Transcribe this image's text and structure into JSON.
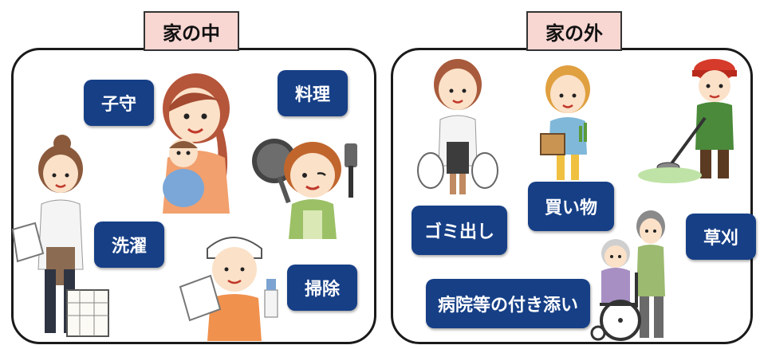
{
  "inside": {
    "title": "家の中",
    "chores": {
      "childcare": "子守",
      "cooking": "料理",
      "laundry": "洗濯",
      "cleaning": "掃除"
    }
  },
  "outside": {
    "title": "家の外",
    "chores": {
      "garbage": "ゴミ出し",
      "shopping": "買い物",
      "weeding": "草刈",
      "hospital_escort": "病院等の付き添い"
    }
  },
  "colors": {
    "chip_background": "#163f86",
    "tab_background": "#f8d6d2",
    "panel_border": "#1a1a1a"
  }
}
